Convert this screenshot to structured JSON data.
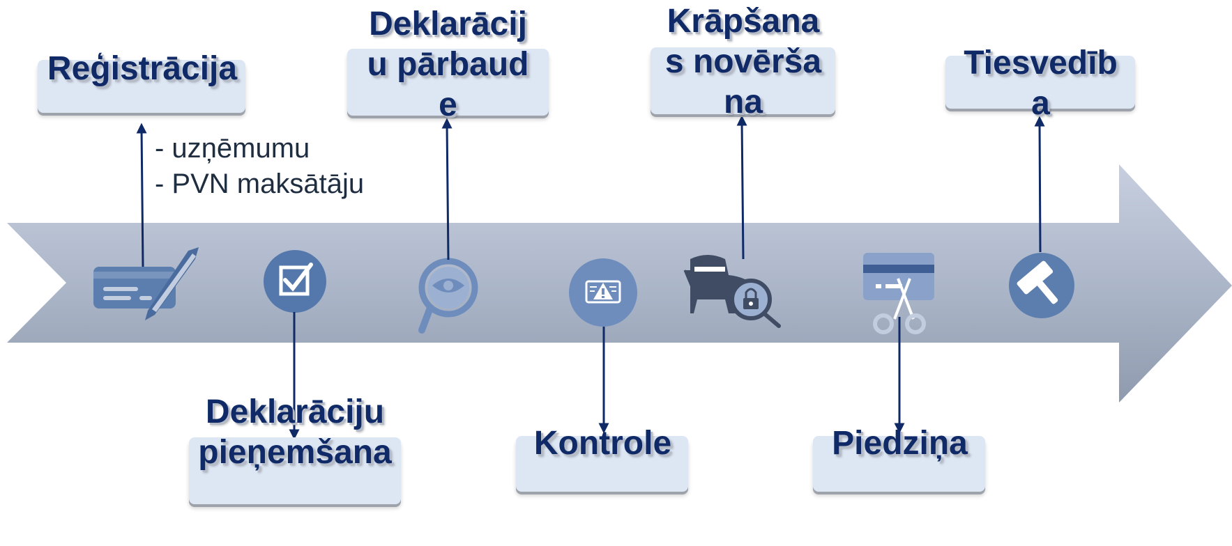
{
  "stages": [
    {
      "id": "registracija",
      "label": "Reģistrācija",
      "icon": "cheque-pen-icon",
      "position": "above"
    },
    {
      "id": "pienemsana",
      "label": "Deklarāciju pieņemšana",
      "icon": "checkbox-circle-icon",
      "position": "below"
    },
    {
      "id": "parbaude",
      "label": "Deklarāciju pārbaude",
      "icon": "magnifier-eye-icon",
      "position": "above"
    },
    {
      "id": "kontrole",
      "label": "Kontrole",
      "icon": "warning-screen-icon",
      "position": "below"
    },
    {
      "id": "novershana",
      "label": "Krāpšanas novēršana",
      "icon": "hacker-lock-icon",
      "position": "above"
    },
    {
      "id": "piedzina",
      "label": "Piedziņa",
      "icon": "card-scissors-icon",
      "position": "below"
    },
    {
      "id": "tiesvediba",
      "label": "Tiesvedība",
      "icon": "gavel-icon",
      "position": "above"
    }
  ],
  "registration_notes": [
    "- uzņēmumu",
    "- PVN maksātāju"
  ],
  "colors": {
    "label_text": "#0f2a66",
    "box_fill": "#dde6f3",
    "arrow_top": "#c5cddd",
    "arrow_bottom": "#8e98ab",
    "icon": "#5c7eae",
    "connector": "#0f2a66"
  }
}
